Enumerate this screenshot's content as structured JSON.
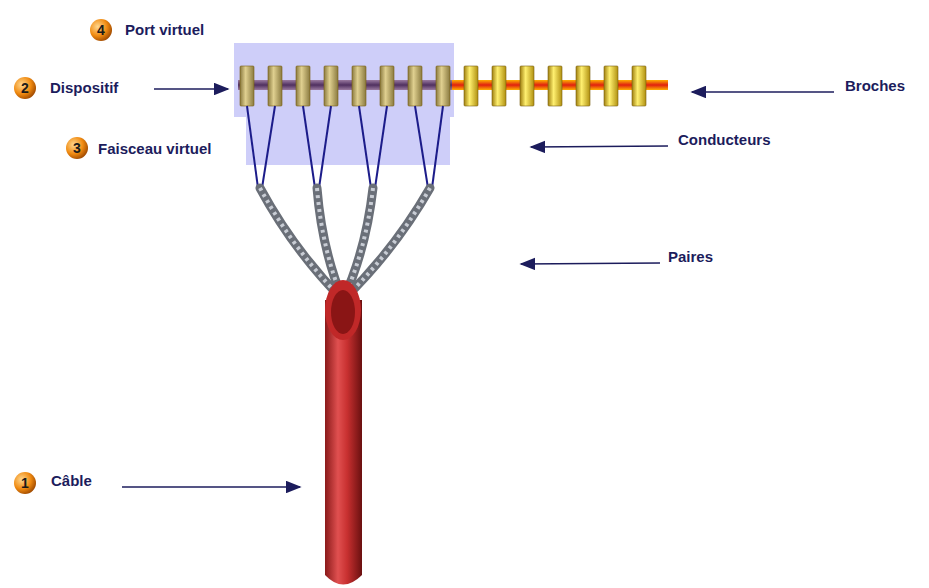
{
  "diagram": {
    "labels": [
      "4",
      "Port virtuel",
      "2",
      "Dispositif",
      "Broches",
      "3",
      "Faisceau virtuel",
      "Conducteurs",
      "Paires",
      "1",
      "Câble"
    ]
  }
}
